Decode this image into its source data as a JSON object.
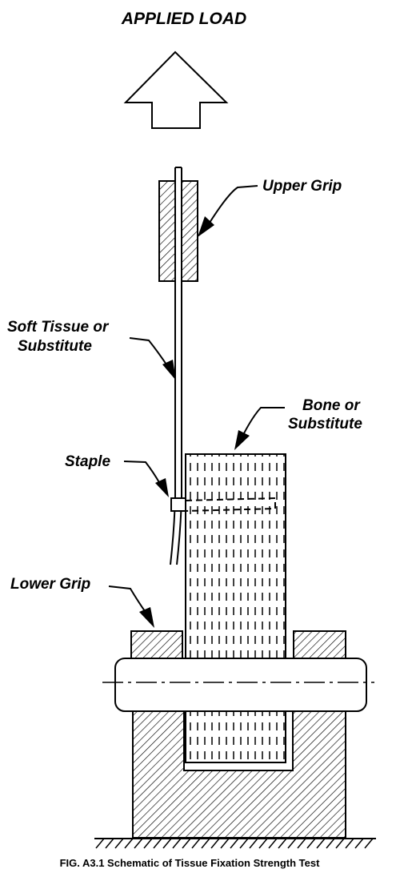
{
  "labels": {
    "applied_load": "APPLIED LOAD",
    "upper_grip": "Upper Grip",
    "soft_tissue_1": "Soft Tissue or",
    "soft_tissue_2": "Substitute",
    "bone_1": "Bone or",
    "bone_2": "Substitute",
    "staple": "Staple",
    "lower_grip": "Lower Grip"
  },
  "caption": "FIG. A3.1 Schematic of Tissue Fixation Strength Test"
}
